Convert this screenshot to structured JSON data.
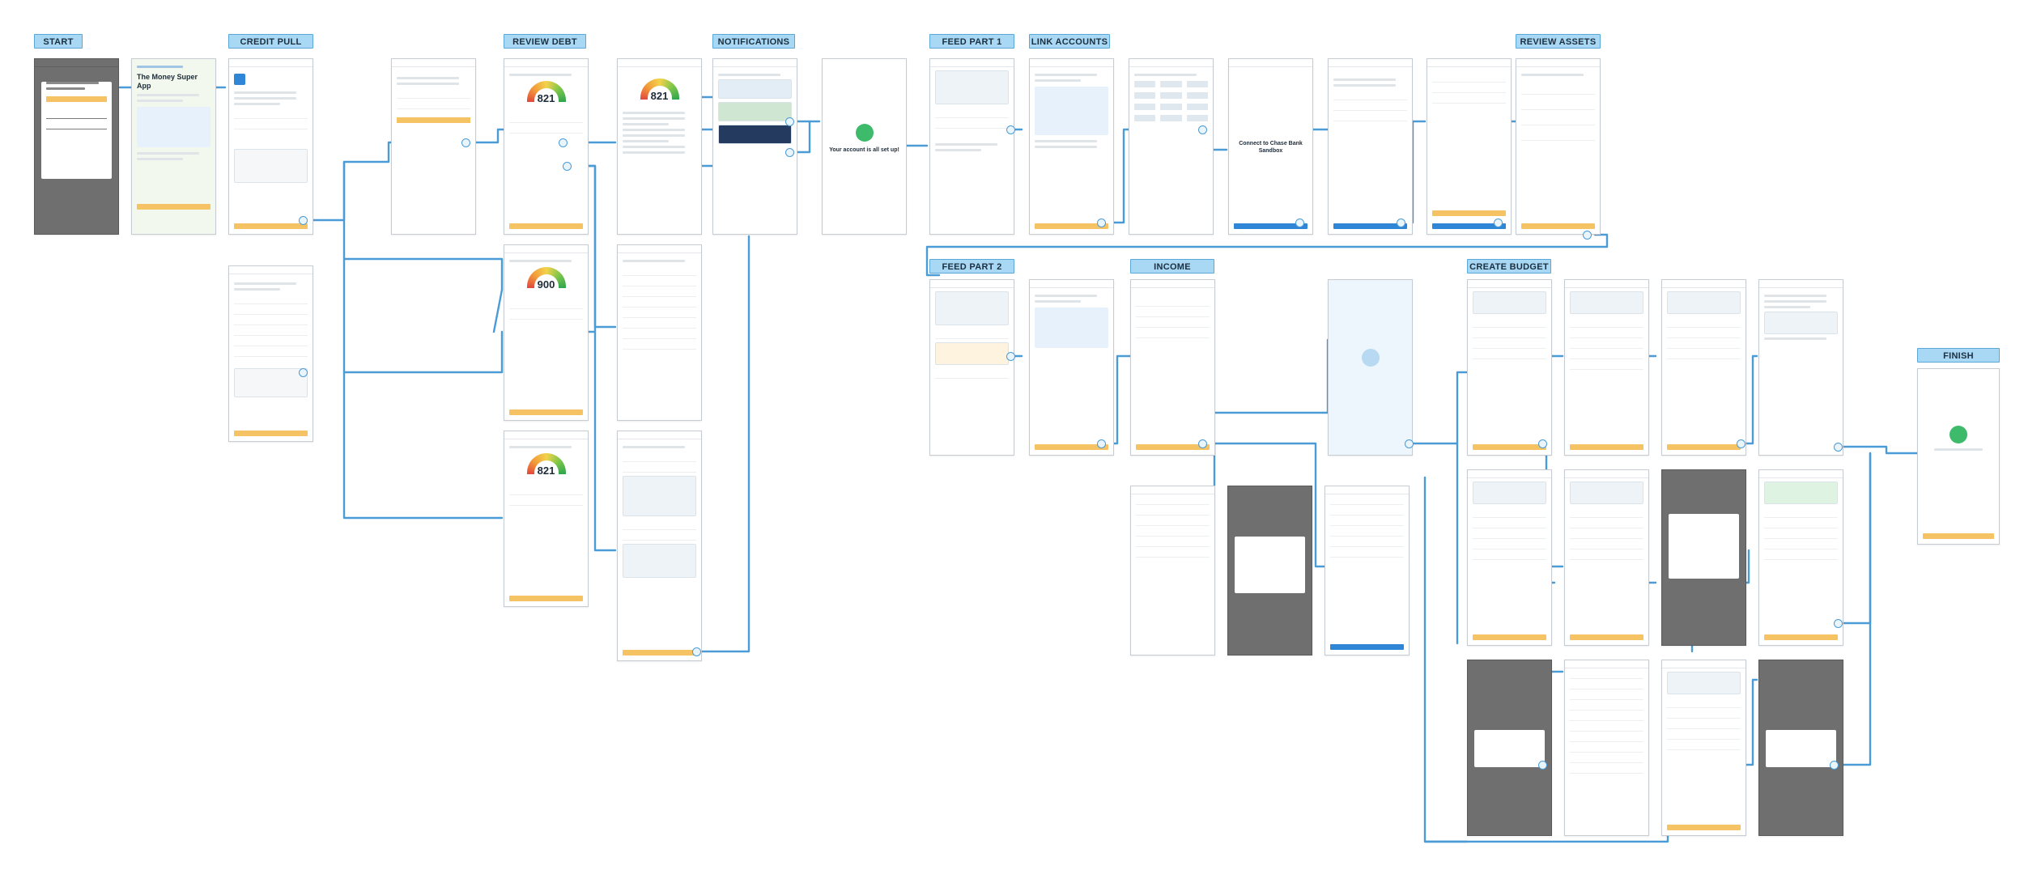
{
  "section_headers": {
    "start": "START",
    "credit_pull": "CREDIT PULL",
    "review_debt": "REVIEW DEBT",
    "notifications": "NOTIFICATIONS",
    "feed_part_1": "FEED PART 1",
    "link_accounts": "LINK ACCOUNTS",
    "review_assets": "REVIEW ASSETS",
    "feed_part_2": "FEED PART 2",
    "income": "INCOME",
    "create_budget": "CREATE BUDGET",
    "finish": "FINISH"
  },
  "screen_text": {
    "money_super_app": "The Money Super App",
    "credit_score_821": "821",
    "credit_score_900": "900",
    "account_setup": "Your account is all set up!",
    "connect_chase": "Connect to Chase Bank Sandbox"
  },
  "colors": {
    "header_fill": "#a9d8f4",
    "connector": "#4a9bd6",
    "cta": "#f5c264"
  }
}
